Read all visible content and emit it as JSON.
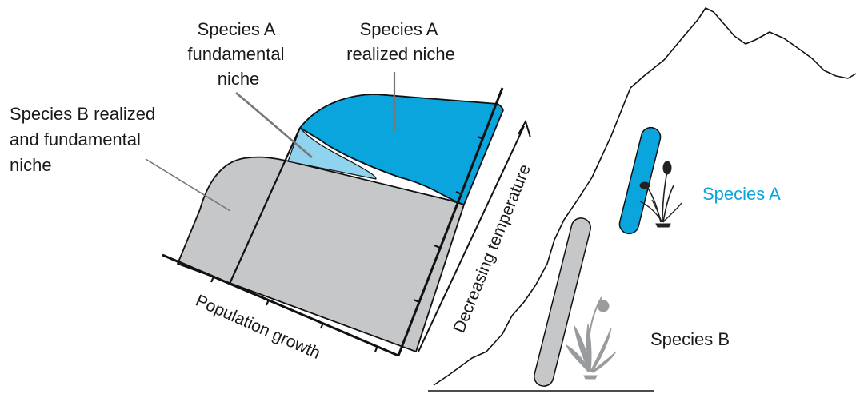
{
  "labels": {
    "species_a_fundamental": [
      "Species A",
      "fundamental",
      "niche"
    ],
    "species_a_realized": [
      "Species A",
      "realized niche"
    ],
    "species_b_niche": [
      "Species B realized",
      "and fundamental",
      "niche"
    ],
    "x_axis": "Population growth",
    "y_axis": "Decreasing temperature",
    "species_a_legend": "Species A",
    "species_b_legend": "Species B"
  },
  "colors": {
    "species_a": "#0aa5dd",
    "species_a_light": "#8fd3ee",
    "species_b": "#c6c7c9",
    "outline": "#111111"
  }
}
